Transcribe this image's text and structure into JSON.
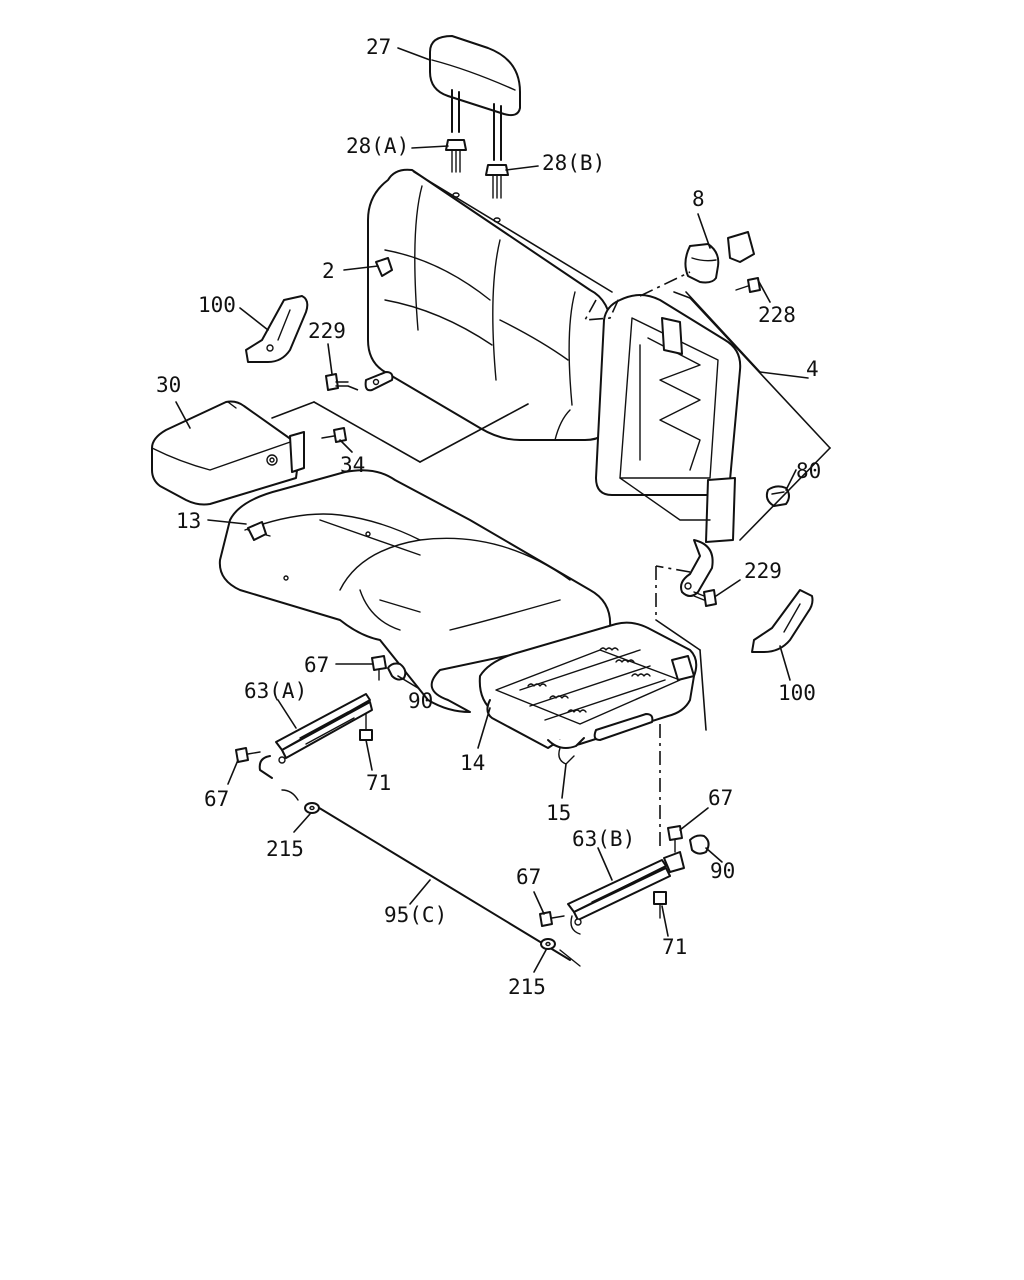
{
  "callouts": {
    "c27": "27",
    "c28a": "28(A)",
    "c28b": "28(B)",
    "c8": "8",
    "c2": "2",
    "c228": "228",
    "c100a": "100",
    "c229a": "229",
    "c4": "4",
    "c30": "30",
    "c34": "34",
    "c80": "80",
    "c13": "13",
    "c229b": "229",
    "c67a": "67",
    "c90a": "90",
    "c63a": "63(A)",
    "c100b": "100",
    "c71a": "71",
    "c14": "14",
    "c67b": "67",
    "c15": "15",
    "c215a": "215",
    "c67c": "67",
    "c63b": "63(B)",
    "c90b": "90",
    "c67d": "67",
    "c95c": "95(C)",
    "c71b": "71",
    "c215b": "215"
  }
}
